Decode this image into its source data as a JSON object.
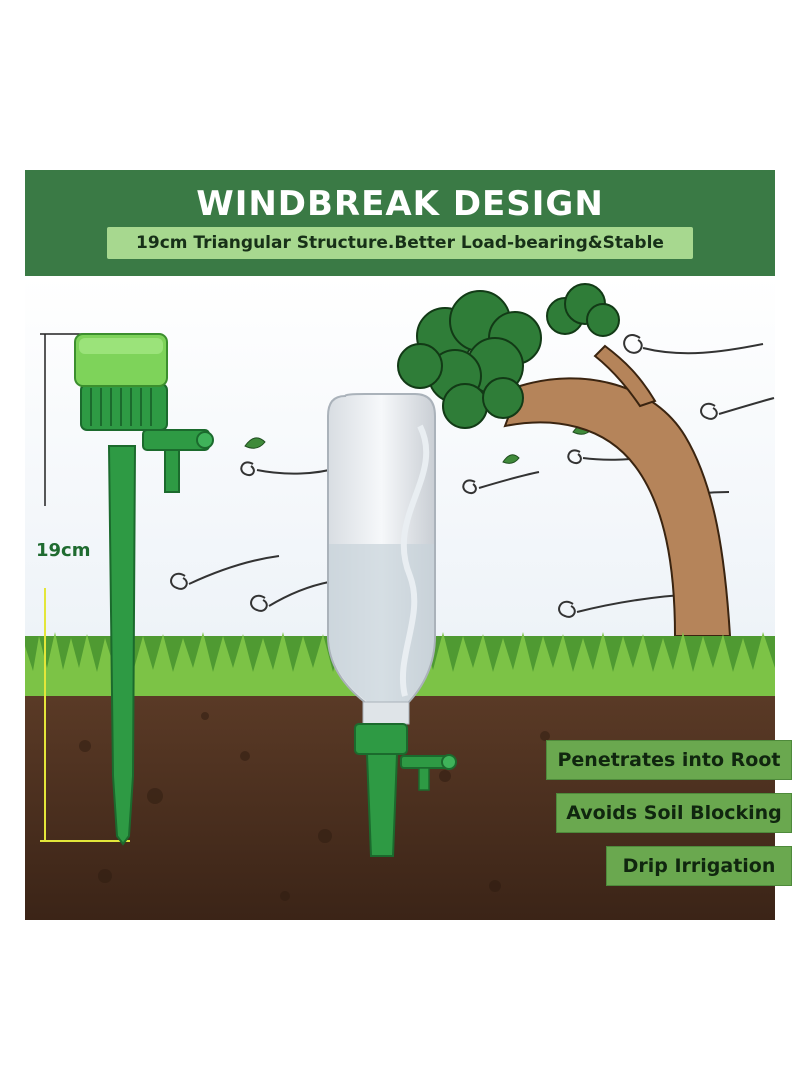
{
  "banner": {
    "title": "WINDBREAK DESIGN",
    "subtitle": "19cm Triangular Structure.Better Load-bearing&Stable"
  },
  "dimension": {
    "label": "19cm"
  },
  "features": [
    {
      "label": "Penetrates into Root"
    },
    {
      "label": "Avoids Soil Blocking"
    },
    {
      "label": "Drip Irrigation"
    }
  ],
  "colors": {
    "banner": "#3a7a45",
    "subtitle_bg": "#a7d88f",
    "tag_bg": "#6aa84f",
    "spike_green": "#2e9a44",
    "cap_green": "#7ed35a",
    "soil": "#4a2e1e",
    "grass": "#5fae3a",
    "trunk": "#b5845a",
    "foliage": "#2f7d38"
  },
  "icons": [
    "spike-icon",
    "bottle-icon",
    "tree-icon",
    "wind-swirl-icon",
    "leaf-icon",
    "grass-icon"
  ]
}
